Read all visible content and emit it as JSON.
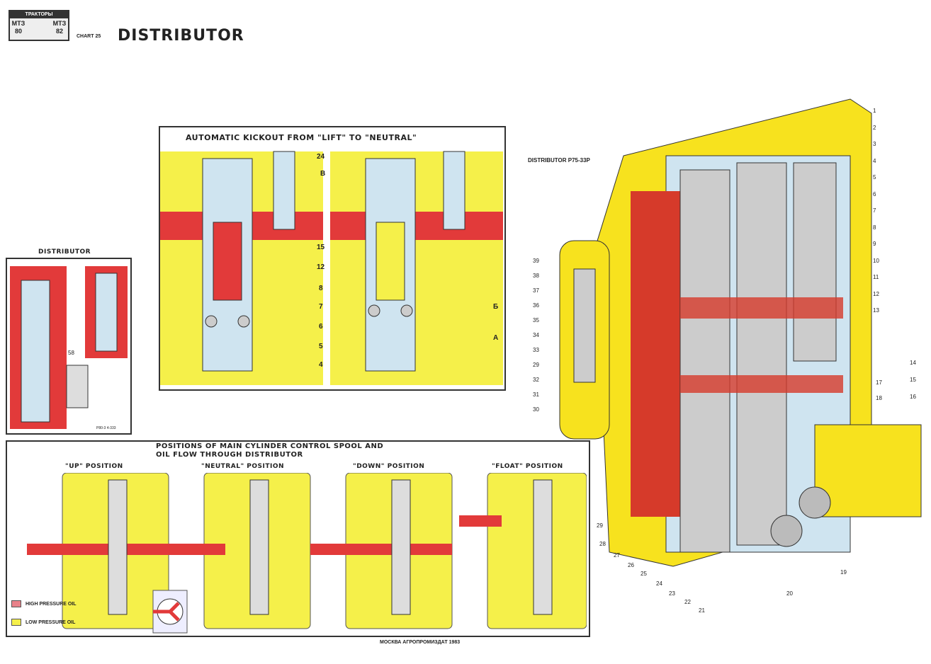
{
  "header": {
    "logo_text": "ТРАКТОРЫ",
    "logo_left": "МТЗ 80",
    "logo_right": "МТЗ 82",
    "chart_number": "CHART 25",
    "title": "DISTRIBUTOR"
  },
  "kickout": {
    "title": "AUTOMATIC KICKOUT FROM \"LIFT\" TO \"NEUTRAL\"",
    "labels": [
      "24",
      "В",
      "15",
      "12",
      "8",
      "7",
      "6",
      "5",
      "4",
      "Б",
      "А"
    ]
  },
  "small_distributor": {
    "title": "DISTRIBUTOR",
    "callout": "58",
    "code": "Р80-3 4-333"
  },
  "positions": {
    "title_line1": "POSITIONS OF MAIN CYLINDER CONTROL SPOOL AND",
    "title_line2": "OIL FLOW THROUGH DISTRIBUTOR",
    "items": [
      "\"UP\" POSITION",
      "\"NEUTRAL\" POSITION",
      "\"DOWN\" POSITION",
      "\"FLOAT\" POSITION"
    ]
  },
  "legend": {
    "high": "HIGH PRESSURE OIL",
    "low": "LOW PRESSURE OIL",
    "high_color": "#e23a3a",
    "low_color": "#f5f04a"
  },
  "main_diagram": {
    "title": "DISTRIBUTOR Р75-33Р",
    "right_callouts": [
      "1",
      "2",
      "3",
      "4",
      "5",
      "6",
      "7",
      "8",
      "9",
      "10",
      "11",
      "12",
      "13",
      "14",
      "15",
      "16",
      "17",
      "18"
    ],
    "bottom_callouts": [
      "19",
      "20",
      "21",
      "22",
      "23",
      "24",
      "25",
      "26",
      "27",
      "28",
      "29"
    ],
    "left_callouts": [
      "39",
      "38",
      "37",
      "36",
      "35",
      "34",
      "33",
      "29",
      "32",
      "31",
      "30"
    ]
  },
  "publisher": "МОСКВА АГРОПРОМИЗДАТ 1983"
}
